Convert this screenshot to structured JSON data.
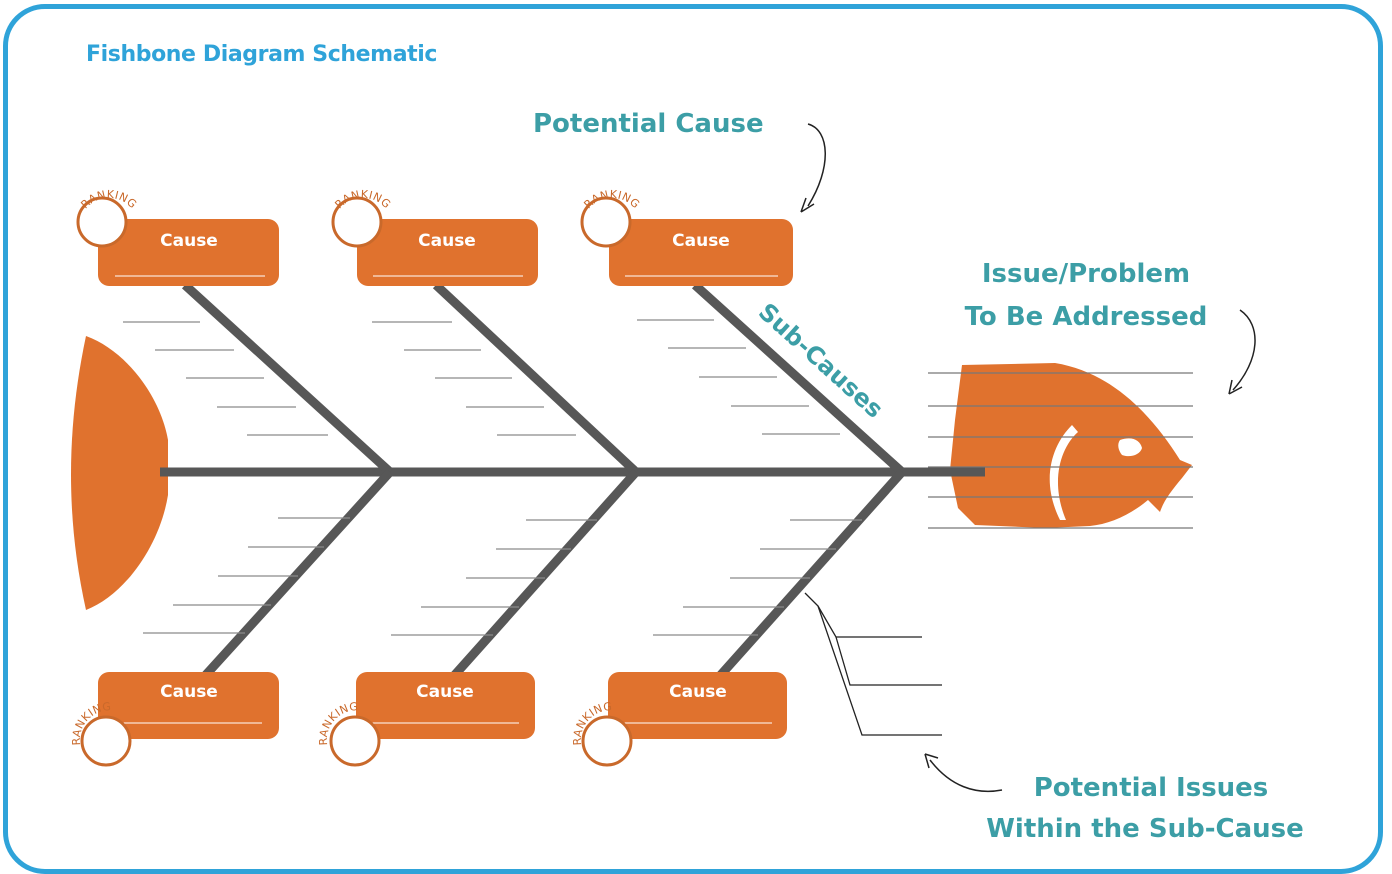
{
  "title": "Fishbone Diagram Schematic",
  "labels": {
    "potential_cause": "Potential Cause",
    "problem_line1": "Issue/Problem",
    "problem_line2": "To Be Addressed",
    "sub_causes": "Sub-Causes",
    "issues_line1": "Potential Issues",
    "issues_line2": "Within the Sub-Cause"
  },
  "causes_top": [
    "Cause",
    "Cause",
    "Cause"
  ],
  "causes_bottom": [
    "Cause",
    "Cause",
    "Cause"
  ],
  "ranking_label": "RANKING",
  "colors": {
    "accent": "#2fa3d9",
    "fish": "#e0722e",
    "bone": "#575757",
    "label": "#3c9ea6"
  }
}
